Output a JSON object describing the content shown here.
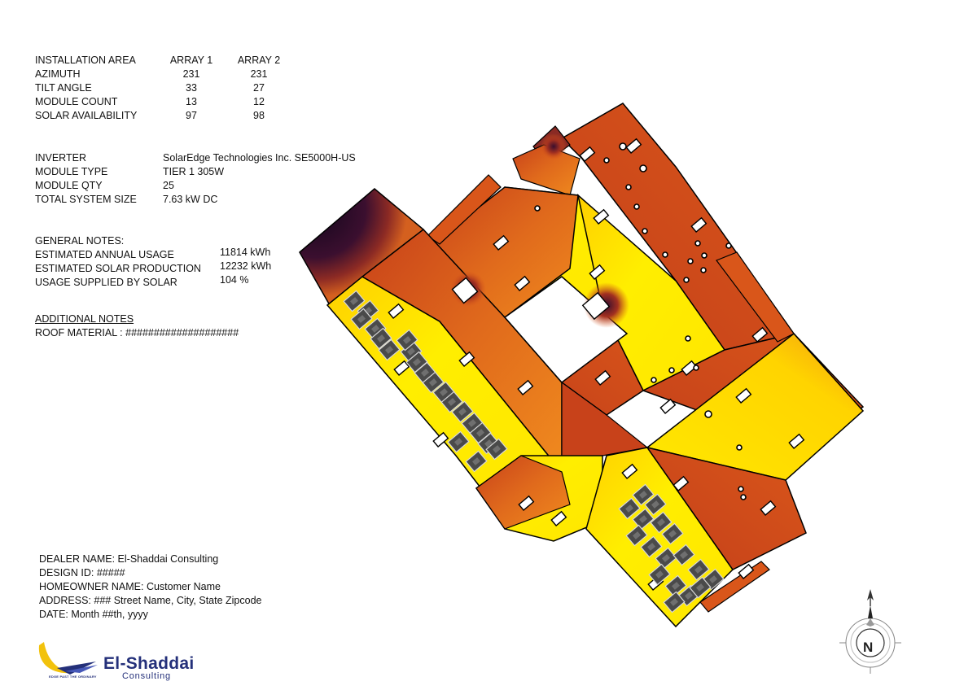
{
  "array_table": {
    "header": [
      "INSTALLATION AREA",
      "ARRAY 1",
      "ARRAY 2"
    ],
    "rows": [
      {
        "label": "AZIMUTH",
        "a1": "231",
        "a2": "231"
      },
      {
        "label": "TILT ANGLE",
        "a1": "33",
        "a2": "27"
      },
      {
        "label": "MODULE COUNT",
        "a1": "13",
        "a2": "12"
      },
      {
        "label": "SOLAR AVAILABILITY",
        "a1": "97",
        "a2": "98"
      }
    ]
  },
  "system": [
    {
      "label": "INVERTER",
      "value": "SolarEdge Technologies Inc. SE5000H-US"
    },
    {
      "label": "MODULE TYPE",
      "value": "TIER 1 305W"
    },
    {
      "label": "MODULE QTY",
      "value": "25"
    },
    {
      "label": "TOTAL SYSTEM SIZE",
      "value": "7.63 kW DC"
    }
  ],
  "general_notes": {
    "title": "GENERAL NOTES:",
    "rows": [
      {
        "label": "ESTIMATED ANNUAL USAGE",
        "value": "11814 kWh"
      },
      {
        "label": "ESTIMATED SOLAR PRODUCTION",
        "value": "12232 kWh"
      },
      {
        "label": "USAGE SUPPLIED BY SOLAR",
        "value": "104 %"
      }
    ]
  },
  "additional_notes": {
    "title": "ADDITIONAL NOTES",
    "roof_material": "ROOF MATERIAL : ####################"
  },
  "dealer": {
    "dealer_name": "DEALER NAME:  El-Shaddai Consulting",
    "design_id": "DESIGN ID:  #####",
    "homeowner": "HOMEOWNER NAME:  Customer Name",
    "address": "ADDRESS:  ### Street Name, City, State Zipcode",
    "date": "DATE:  Month ##th, yyyy"
  },
  "logo": {
    "name": "El-Shaddai",
    "subtitle": "Consulting",
    "tagline": "EDGE PAST THE ORDINARY"
  },
  "compass": {
    "label": "N"
  },
  "colors": {
    "high_sun": "#ffee00",
    "mid_sun": "#e5701c",
    "low_sun": "#c8421a",
    "shade": "#1a0a1e",
    "panel": "#4a4a4a",
    "outline": "#000000"
  }
}
